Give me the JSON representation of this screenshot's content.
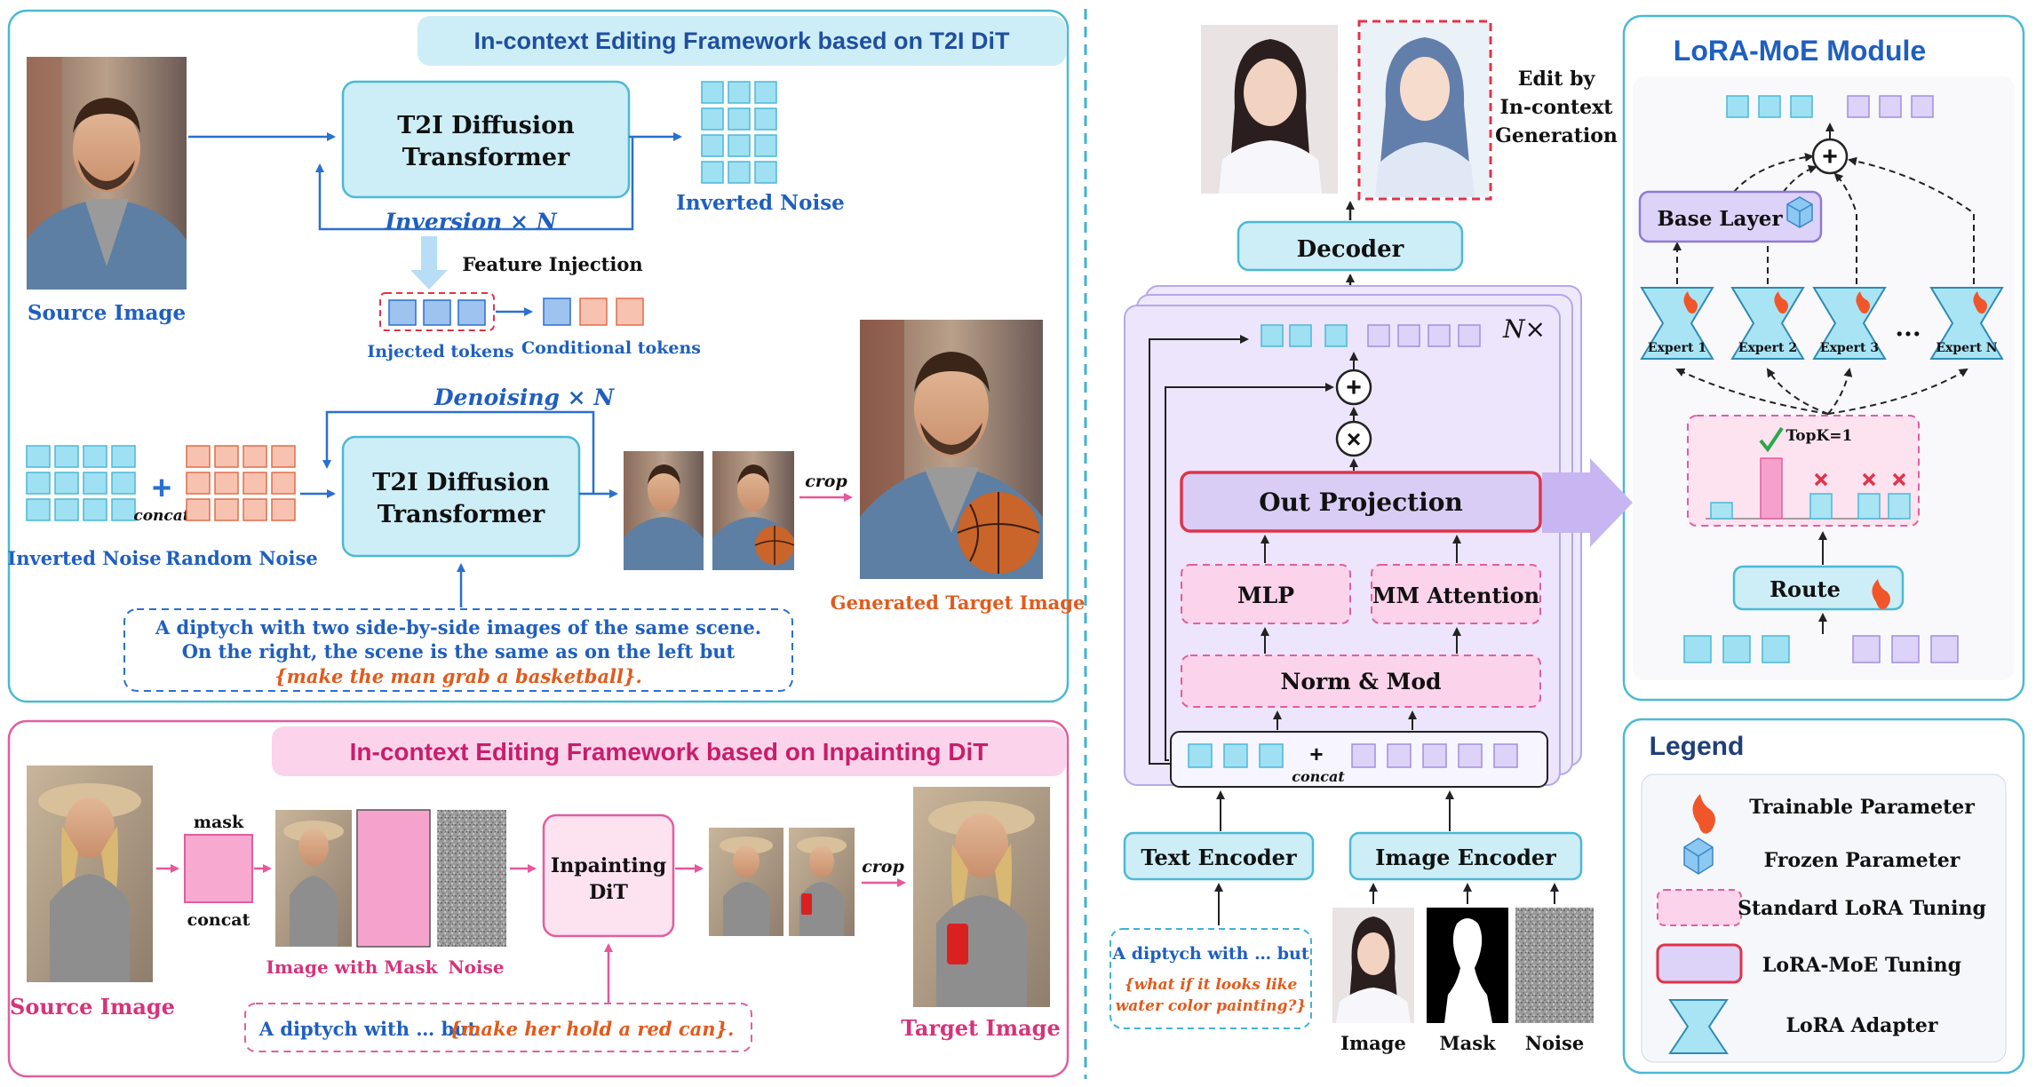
{
  "t2i": {
    "title": "In-context Editing Framework based on T2I DiT",
    "source_label": "Source Image",
    "transformer_line1": "T2I Diffusion",
    "transformer_line2": "Transformer",
    "inversion_label": "Inversion × N",
    "inverted_noise_label": "Inverted Noise",
    "feature_injection": "Feature Injection",
    "injected_tokens": "Injected tokens",
    "conditional_tokens": "Conditional tokens",
    "denoising_label": "Denoising × N",
    "inverted_noise_label2": "Inverted Noise",
    "random_noise_label": "Random Noise",
    "concat": "concat",
    "crop": "crop",
    "generated_target": "Generated Target Image",
    "prompt_line1": "A diptych with two side-by-side images of the same scene.",
    "prompt_line2": "On the right, the scene is the same as on the left but",
    "prompt_instruction": "{make the man grab a basketball}."
  },
  "inpaint": {
    "title": "In-context Editing Framework based on Inpainting DiT",
    "source_label": "Source Image",
    "mask": "mask",
    "concat": "concat",
    "image_with_mask": "Image with Mask",
    "noise": "Noise",
    "dit_line1": "Inpainting",
    "dit_line2": "DiT",
    "crop": "crop",
    "target_label": "Target Image",
    "prompt_prefix": "A diptych with … but",
    "prompt_instruction": "{make her hold a red can}."
  },
  "center": {
    "edit_line1": "Edit by",
    "edit_line2": "In-context",
    "edit_line3": "Generation",
    "decoder": "Decoder",
    "nx": "N×",
    "out_projection": "Out Projection",
    "mlp": "MLP",
    "mm_attention": "MM Attention",
    "norm_mod": "Norm & Mod",
    "concat": "concat",
    "text_encoder": "Text Encoder",
    "image_encoder": "Image Encoder",
    "prompt_line1": "A diptych with … but",
    "prompt_line2": "{what if it looks like",
    "prompt_line3": "water color painting?}",
    "image_label": "Image",
    "mask_label": "Mask",
    "noise_label": "Noise"
  },
  "lora_moe": {
    "title": "LoRA-MoE Module",
    "base_layer": "Base Layer",
    "experts": [
      "Expert 1",
      "Expert 2",
      "Expert 3",
      "Expert N"
    ],
    "ellipsis": "...",
    "topk": "TopK=1",
    "route": "Route"
  },
  "legend": {
    "title": "Legend",
    "trainable": "Trainable Parameter",
    "frozen": "Frozen Parameter",
    "standard_lora": "Standard LoRA Tuning",
    "lora_moe": "LoRA-MoE Tuning",
    "adapter": "LoRA Adapter"
  },
  "colors": {
    "blue_text": "#1f5fbf",
    "pink_text": "#d6337a",
    "orange_text": "#e25a1c",
    "light_blue_fill": "#cdeef7",
    "lavender_fill": "#e4dcf6",
    "pink_fill": "#fbd3ea"
  }
}
